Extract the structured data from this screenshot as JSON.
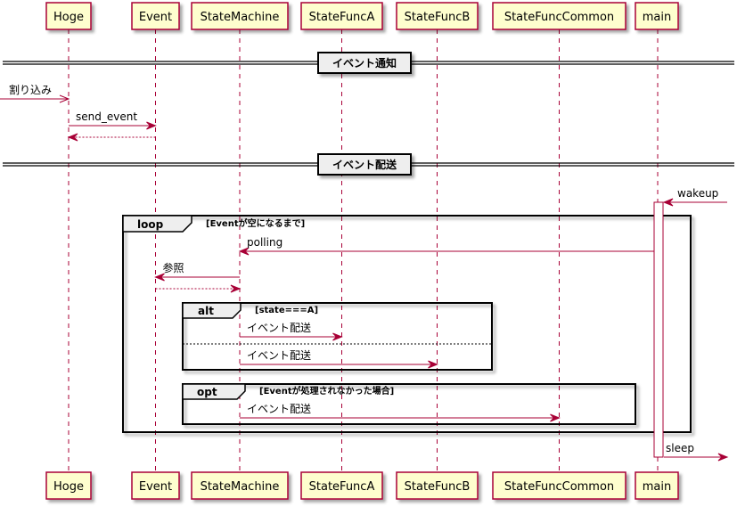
{
  "diagram": {
    "type": "sequence",
    "colors": {
      "participant_fill": "#FEFECE",
      "participant_border": "#A80036",
      "arrow": "#A80036",
      "lifeline": "#A80036",
      "divider_fill": "#EEEEEE",
      "group_header_fill": "#EEEEEE",
      "group_border": "#000000"
    },
    "participants": [
      {
        "id": "Hoge",
        "label": "Hoge"
      },
      {
        "id": "Event",
        "label": "Event"
      },
      {
        "id": "StateMachine",
        "label": "StateMachine"
      },
      {
        "id": "StateFuncA",
        "label": "StateFuncA"
      },
      {
        "id": "StateFuncB",
        "label": "StateFuncB"
      },
      {
        "id": "StateFuncCommon",
        "label": "StateFuncCommon"
      },
      {
        "id": "main",
        "label": "main"
      }
    ],
    "dividers": [
      {
        "label": "イベント通知"
      },
      {
        "label": "イベント配送"
      }
    ],
    "messages": [
      {
        "from": "[",
        "to": "Hoge",
        "label": "割り込み",
        "style": "async"
      },
      {
        "from": "Hoge",
        "to": "Event",
        "label": "send_event",
        "style": "sync"
      },
      {
        "from": "Event",
        "to": "Hoge",
        "label": "",
        "style": "return"
      },
      {
        "from": "]",
        "to": "main",
        "label": "wakeup",
        "style": "sync"
      },
      {
        "from": "main",
        "to": "StateMachine",
        "label": "polling",
        "style": "sync"
      },
      {
        "from": "StateMachine",
        "to": "Event",
        "label": "参照",
        "style": "sync"
      },
      {
        "from": "Event",
        "to": "StateMachine",
        "label": "",
        "style": "return"
      },
      {
        "from": "StateMachine",
        "to": "StateFuncA",
        "label": "イベント配送",
        "style": "sync"
      },
      {
        "from": "StateMachine",
        "to": "StateFuncB",
        "label": "イベント配送",
        "style": "sync"
      },
      {
        "from": "StateMachine",
        "to": "StateFuncCommon",
        "label": "イベント配送",
        "style": "sync"
      },
      {
        "from": "main",
        "to": "]",
        "label": "sleep",
        "style": "sync"
      }
    ],
    "groups": [
      {
        "kind": "loop",
        "label": "loop",
        "condition": "[Eventが空になるまで]"
      },
      {
        "kind": "alt",
        "label": "alt",
        "condition": "[state===A]"
      },
      {
        "kind": "opt",
        "label": "opt",
        "condition": "[Eventが処理されなかった場合]"
      }
    ],
    "activations": [
      {
        "participant": "main",
        "from_message": "wakeup",
        "to_message": "sleep"
      }
    ]
  }
}
